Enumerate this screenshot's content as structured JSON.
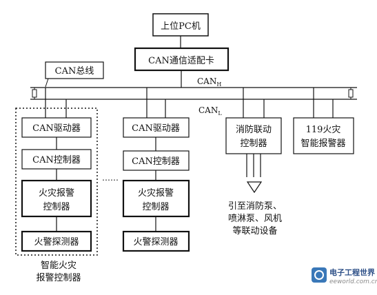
{
  "top": {
    "pc_label": "上位PC机",
    "adapter_label": "CAN通信适配卡"
  },
  "bus": {
    "can_bus_label": "CAN总线",
    "canh_main": "CAN",
    "canh_sub": "H",
    "canl_main": "CAN",
    "canl_sub": "L"
  },
  "node1": {
    "driver": "CAN驱动器",
    "controller": "CAN控制器",
    "alarm_ctrl_line1": "火灾报警",
    "alarm_ctrl_line2": "控制器",
    "detector": "火警探测器",
    "group_line1": "智能火灾",
    "group_line2": "报警控制器"
  },
  "ellipsis": "……",
  "node2": {
    "driver": "CAN驱动器",
    "controller": "CAN控制器",
    "alarm_ctrl_line1": "火灾报警",
    "alarm_ctrl_line2": "控制器",
    "detector": "火警探测器"
  },
  "linkage": {
    "ctrl_line1": "消防联动",
    "ctrl_line2": "控制器",
    "note_line1": "引至消防泵、",
    "note_line2": "喷淋泵、风机",
    "note_line3": "等联动设备"
  },
  "panel119": {
    "line1": "119火灾",
    "line2": "智能报警器"
  },
  "watermark": {
    "title": "电子工程世界",
    "url": "eeworld.com.cn"
  }
}
